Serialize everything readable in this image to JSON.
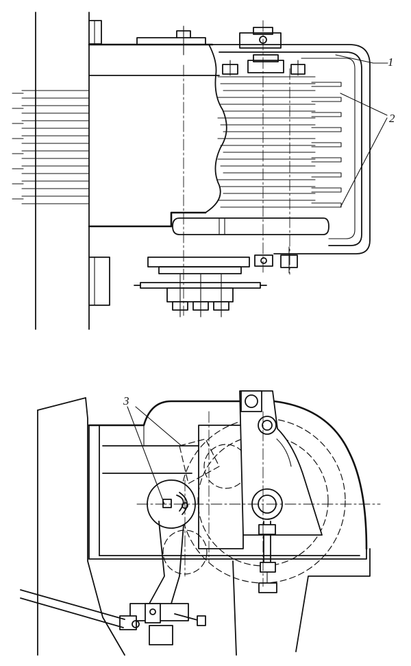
{
  "figure": {
    "callouts": [
      {
        "id": "callout-1",
        "text": "1"
      },
      {
        "id": "callout-2",
        "text": "2"
      },
      {
        "id": "callout-3",
        "text": "3"
      }
    ]
  },
  "colors": {
    "ink": "#111111",
    "paper": "#ffffff"
  }
}
